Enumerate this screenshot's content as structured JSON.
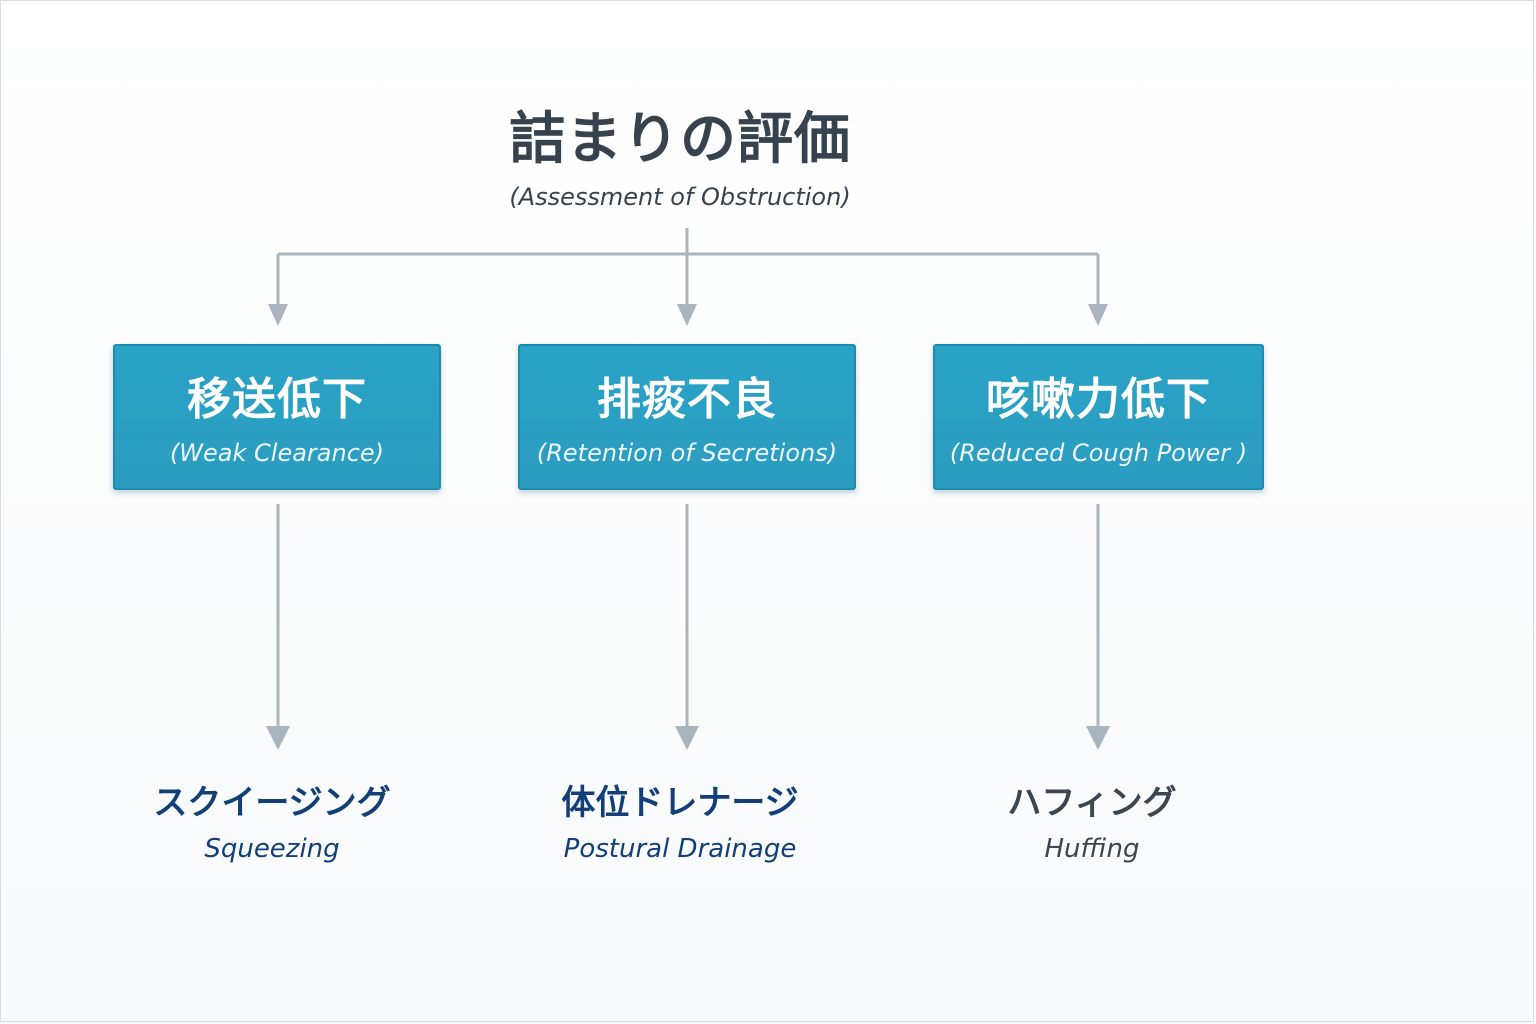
{
  "root": {
    "title": "詰まりの評価",
    "subtitle": "(Assessment of Obstruction)"
  },
  "nodes": [
    {
      "title": "移送低下",
      "subtitle": "(Weak Clearance)",
      "child": {
        "title": "スクイージング",
        "subtitle": "Squeezing"
      }
    },
    {
      "title": "排痰不良",
      "subtitle": "(Retention of Secretions)",
      "child": {
        "title": "体位ドレナージ",
        "subtitle": "Postural Drainage"
      }
    },
    {
      "title": "咳嗽力低下",
      "subtitle": "(Reduced Cough Power )",
      "child": {
        "title": "ハフィング",
        "subtitle": "Huffing"
      }
    }
  ],
  "colors": {
    "box_fill": "#2aa3c6",
    "box_border": "#1d8cb0",
    "connector": "#a9b4be",
    "title_text": "#36424d",
    "leaf_blue": "#123f78",
    "leaf_gray": "#3b4650"
  }
}
